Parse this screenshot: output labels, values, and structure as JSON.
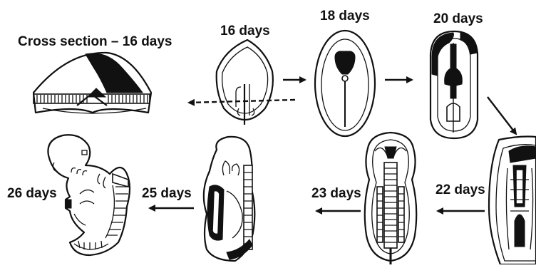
{
  "labels": {
    "cross_section": "Cross section – 16 days",
    "d16": "16 days",
    "d18": "18 days",
    "d20": "20 days",
    "d22": "22 days",
    "d23": "23 days",
    "d25": "25 days",
    "d26": "26 days"
  },
  "colors": {
    "ink": "#111111",
    "background": "#ffffff"
  }
}
